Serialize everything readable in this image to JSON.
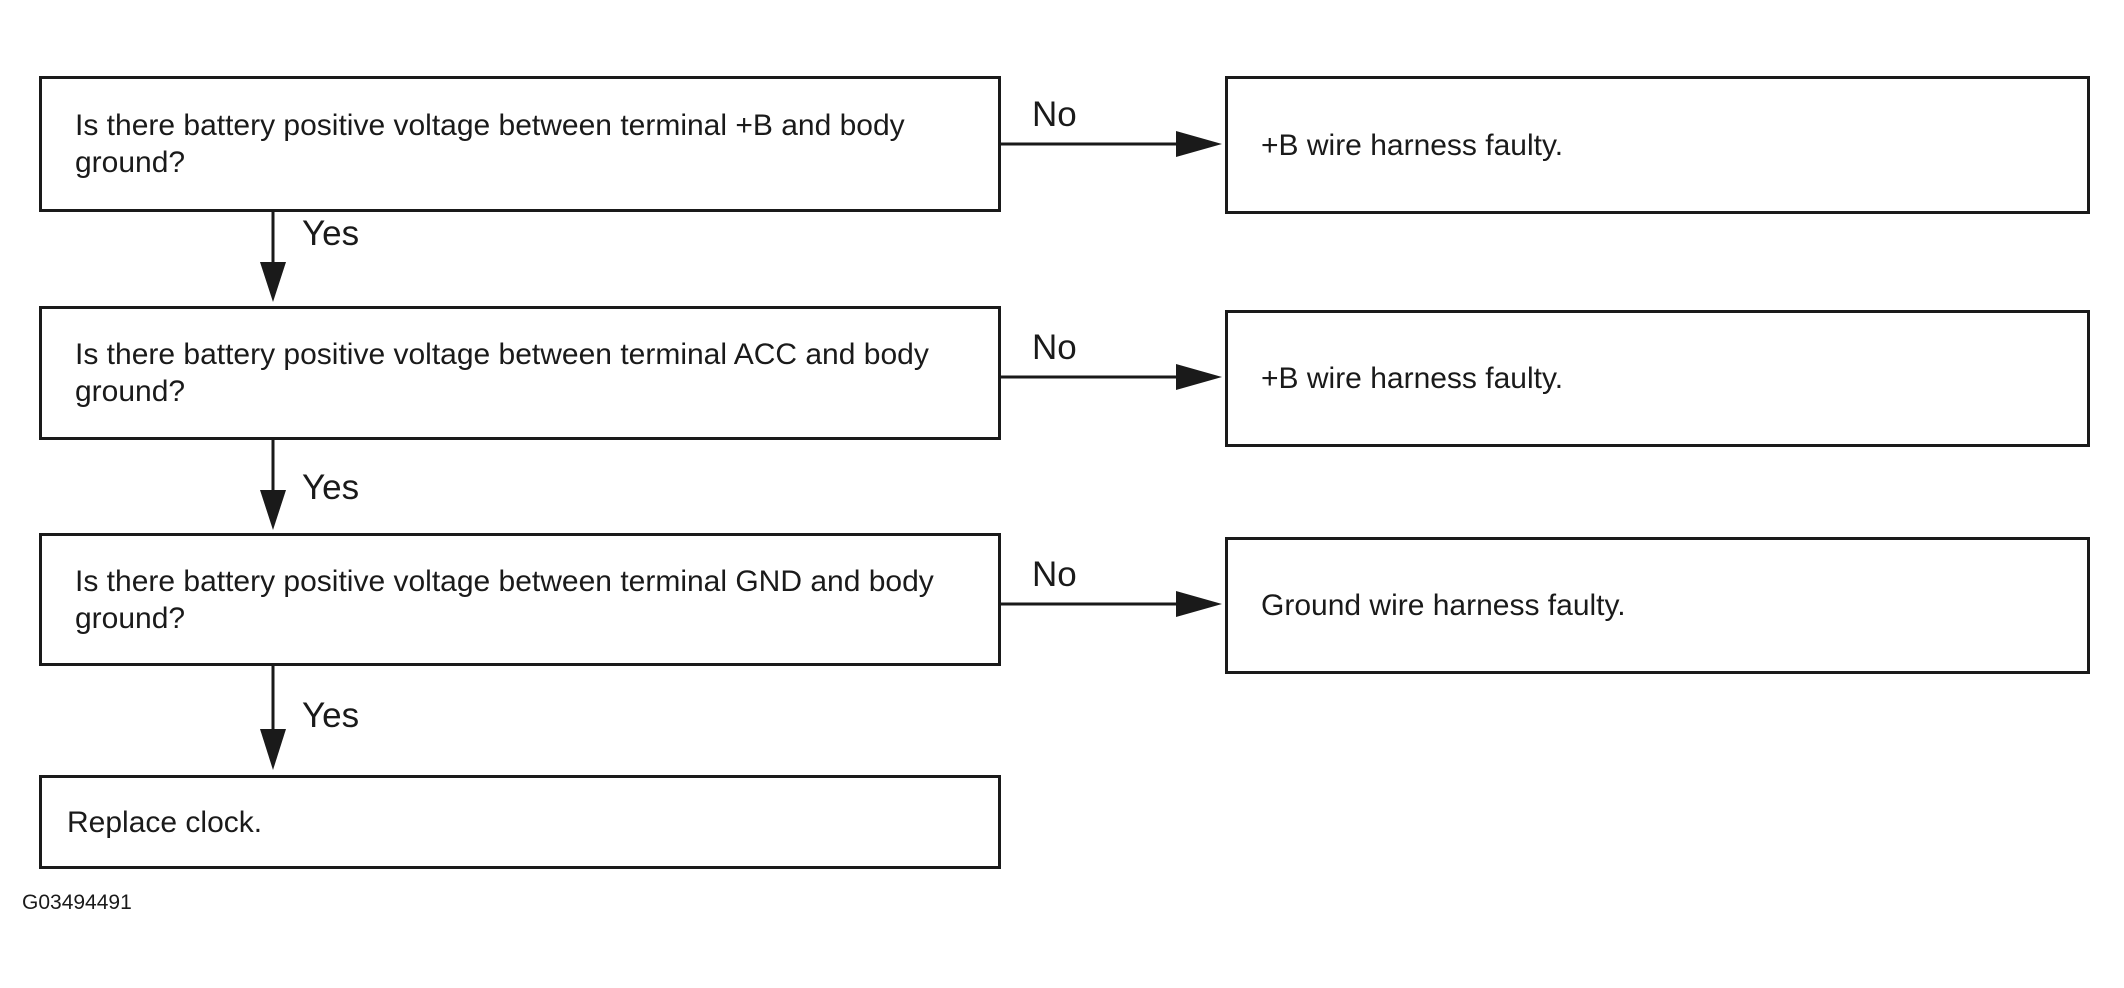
{
  "flowchart": {
    "questions": [
      "Is there battery positive voltage between terminal +B and body ground?",
      "Is there battery positive voltage between terminal ACC and body ground?",
      "Is there battery positive voltage between terminal GND and body ground?"
    ],
    "results": [
      "+B wire harness faulty.",
      "+B wire harness faulty.",
      "Ground wire harness faulty."
    ],
    "final_step": "Replace clock.",
    "yes_label": "Yes",
    "no_label": "No",
    "figure_code": "G03494491"
  }
}
